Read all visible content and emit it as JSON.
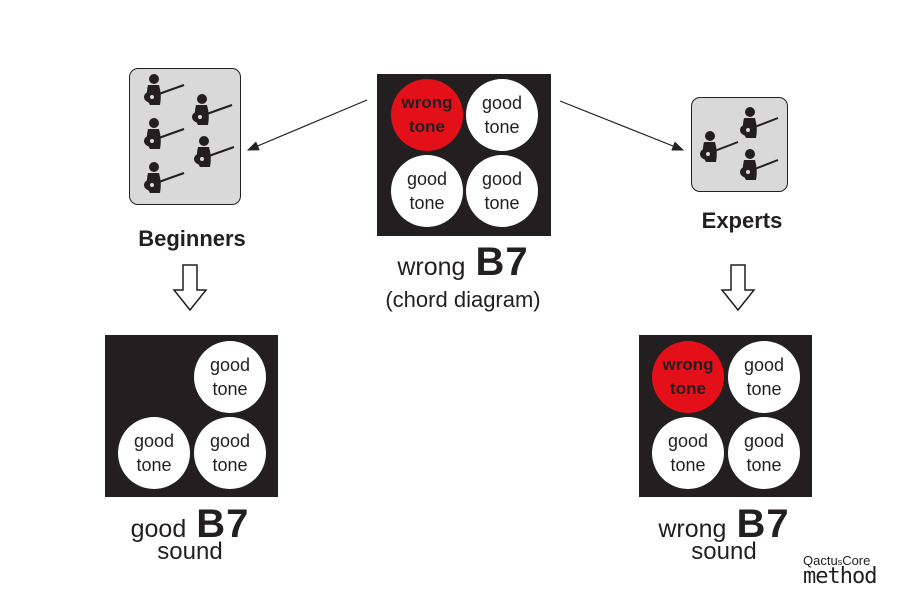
{
  "center": {
    "circles": [
      {
        "line1": "wrong",
        "line2": "tone",
        "state": "wrong"
      },
      {
        "line1": "good",
        "line2": "tone",
        "state": "good"
      },
      {
        "line1": "good",
        "line2": "tone",
        "state": "good"
      },
      {
        "line1": "good",
        "line2": "tone",
        "state": "good"
      }
    ],
    "caption_word": "wrong",
    "chord": "B7",
    "subcaption": "(chord diagram)"
  },
  "beginners": {
    "label": "Beginners",
    "players_count": 5,
    "circles": [
      {
        "line1": "good",
        "line2": "tone",
        "state": "good"
      },
      {
        "line1": "good",
        "line2": "tone",
        "state": "good"
      },
      {
        "line1": "good",
        "line2": "tone",
        "state": "good"
      }
    ],
    "caption_word": "good",
    "chord": "B7",
    "subcaption": "sound"
  },
  "experts": {
    "label": "Experts",
    "players_count": 3,
    "circles": [
      {
        "line1": "wrong",
        "line2": "tone",
        "state": "wrong"
      },
      {
        "line1": "good",
        "line2": "tone",
        "state": "good"
      },
      {
        "line1": "good",
        "line2": "tone",
        "state": "good"
      },
      {
        "line1": "good",
        "line2": "tone",
        "state": "good"
      }
    ],
    "caption_word": "wrong",
    "chord": "B7",
    "subcaption": "sound"
  },
  "logo": {
    "line1_a": "Qactu",
    "line1_b": "s",
    "line1_c": "Core",
    "line2": "method"
  },
  "colors": {
    "board": "#231f20",
    "wrong": "#e3101a",
    "good": "#ffffff",
    "card": "#d9d9d9"
  }
}
